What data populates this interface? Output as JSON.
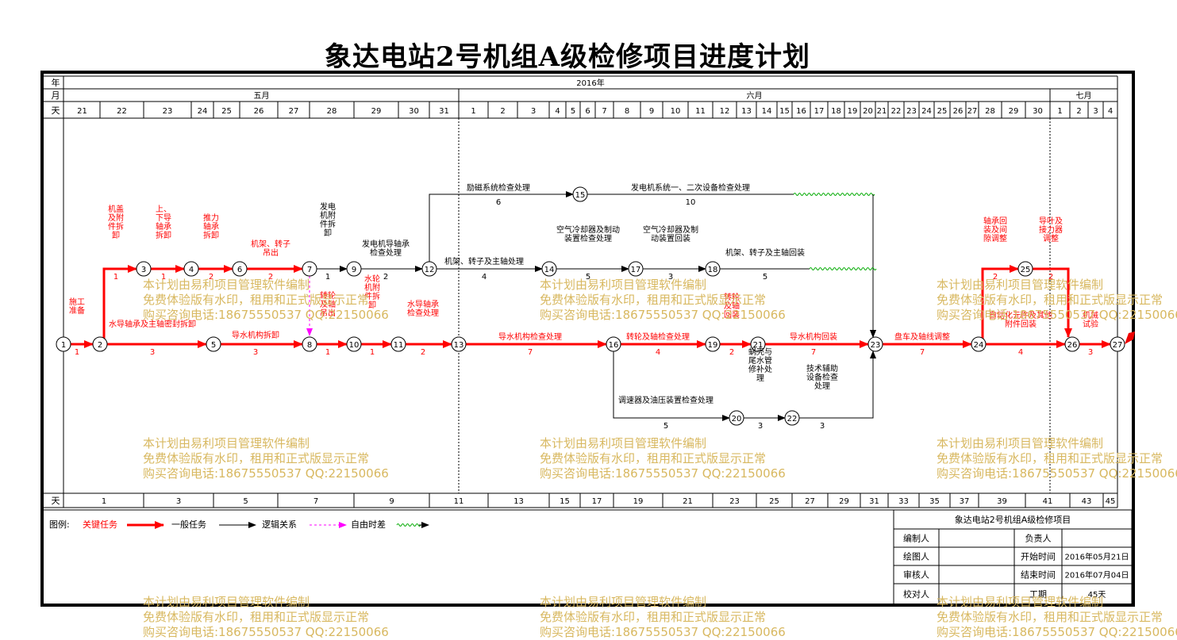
{
  "title": "象达电站2号机组A级检修项目进度计划",
  "header": {
    "row_labels": {
      "year": "年",
      "month": "月",
      "day": "天"
    },
    "year": "2016年",
    "months": [
      "五月",
      "六月",
      "七月"
    ],
    "dates": [
      "21",
      "22",
      "23",
      "24",
      "25",
      "26",
      "27",
      "28",
      "29",
      "30",
      "31",
      "1",
      "2",
      "3",
      "4",
      "5",
      "6",
      "7",
      "8",
      "9",
      "10",
      "11",
      "12",
      "13",
      "14",
      "15",
      "16",
      "17",
      "18",
      "19",
      "20",
      "21",
      "22",
      "23",
      "24",
      "25",
      "26",
      "27",
      "28",
      "29",
      "30",
      "1",
      "2",
      "3",
      "4"
    ]
  },
  "footer_row": {
    "label": "天",
    "days": [
      "1",
      "3",
      "5",
      "7",
      "9",
      "11",
      "13",
      "15",
      "17",
      "19",
      "21",
      "23",
      "25",
      "27",
      "29",
      "31",
      "33",
      "35",
      "37",
      "39",
      "41",
      "43",
      "45"
    ]
  },
  "nodes": [
    "1",
    "2",
    "3",
    "4",
    "5",
    "6",
    "7",
    "8",
    "9",
    "10",
    "11",
    "12",
    "13",
    "14",
    "15",
    "16",
    "17",
    "18",
    "19",
    "20",
    "21",
    "22",
    "23",
    "24",
    "25",
    "26",
    "27"
  ],
  "tasks": [
    {
      "from": "1",
      "to": "2",
      "name": "施工准备",
      "duration": "1",
      "type": "critical"
    },
    {
      "from": "2",
      "to": "3",
      "name": "机盖及附件拆卸",
      "duration": "1",
      "type": "critical"
    },
    {
      "from": "3",
      "to": "4",
      "name": "上、下导轴承拆卸",
      "duration": "1",
      "type": "critical"
    },
    {
      "from": "4",
      "to": "6",
      "name": "推力轴承拆卸",
      "duration": "2",
      "type": "critical"
    },
    {
      "from": "6",
      "to": "7",
      "name": "机架、转子吊出",
      "duration": "2",
      "type": "critical"
    },
    {
      "from": "7",
      "to": "9",
      "name": "发电机附件拆卸",
      "duration": "1",
      "type": "normal"
    },
    {
      "from": "9",
      "to": "12",
      "name": "发电机导轴承检查处理",
      "duration": "2",
      "type": "normal"
    },
    {
      "from": "2",
      "to": "5",
      "name": "水导轴承及主轴密封拆卸",
      "duration": "3",
      "type": "critical"
    },
    {
      "from": "5",
      "to": "8",
      "name": "导水机构拆卸",
      "duration": "3",
      "type": "critical"
    },
    {
      "from": "8",
      "to": "10",
      "name": "转轮及轴吊出",
      "duration": "1",
      "type": "critical"
    },
    {
      "from": "10",
      "to": "11",
      "name": "水轮机附件拆卸",
      "duration": "1",
      "type": "critical"
    },
    {
      "from": "11",
      "to": "13",
      "name": "水导轴承检查处理",
      "duration": "2",
      "type": "critical"
    },
    {
      "from": "12",
      "to": "15",
      "name": "励磁系统检查处理",
      "duration": "6",
      "type": "normal"
    },
    {
      "from": "15",
      "to": "23",
      "name": "发电机系统一、二次设备检查处理",
      "duration": "10",
      "type": "normal"
    },
    {
      "from": "12",
      "to": "14",
      "name": "机架、转子及主轴处理",
      "duration": "4",
      "type": "normal"
    },
    {
      "from": "14",
      "to": "17",
      "name": "空气冷却器及制动装置检查处理",
      "duration": "5",
      "type": "normal"
    },
    {
      "from": "17",
      "to": "18",
      "name": "空气冷却器及制动装置回装",
      "duration": "3",
      "type": "normal"
    },
    {
      "from": "18",
      "to": "23",
      "name": "机架、转子及主轴回装",
      "duration": "5",
      "type": "normal"
    },
    {
      "from": "13",
      "to": "16",
      "name": "导水机构检查处理",
      "duration": "7",
      "type": "critical"
    },
    {
      "from": "16",
      "to": "19",
      "name": "转轮及轴检查处理",
      "duration": "4",
      "type": "critical"
    },
    {
      "from": "19",
      "to": "21",
      "name": "转轮及轴回装",
      "duration": "2",
      "type": "critical"
    },
    {
      "from": "21",
      "to": "23",
      "name": "导水机构回装",
      "duration": "7",
      "type": "critical"
    },
    {
      "from": "16",
      "to": "20",
      "name": "调速器及油压装置检查处理",
      "duration": "5",
      "type": "normal"
    },
    {
      "from": "20",
      "to": "22",
      "name": "蜗壳与尾水管修补处理",
      "duration": "3",
      "type": "normal"
    },
    {
      "from": "22",
      "to": "23",
      "name": "技术辅助设备检查处理",
      "duration": "3",
      "type": "normal"
    },
    {
      "from": "23",
      "to": "24",
      "name": "盘车及轴线调整",
      "duration": "7",
      "type": "critical"
    },
    {
      "from": "24",
      "to": "25",
      "name": "轴承回装及间隙调整",
      "duration": "2",
      "type": "critical"
    },
    {
      "from": "25",
      "to": "26",
      "name": "导叶及接力器调整",
      "duration": "2",
      "type": "critical"
    },
    {
      "from": "24",
      "to": "26",
      "name": "自动化元件及其他附件回装",
      "duration": "4",
      "type": "critical"
    },
    {
      "from": "26",
      "to": "27",
      "name": "机械试验",
      "duration": "3",
      "type": "critical"
    }
  ],
  "legend": {
    "prefix": "图例:",
    "items": [
      {
        "label": "关键任务",
        "color": "#ff0000"
      },
      {
        "label": "一般任务",
        "color": "#000000"
      },
      {
        "label": "逻辑关系",
        "color": "#ff00ff"
      },
      {
        "label": "自由时差",
        "color": "#00aa00"
      }
    ]
  },
  "info_table": {
    "title": "象达电站2号机组A级检修项目",
    "rows": [
      {
        "label": "编制人",
        "value": "",
        "label2": "负责人",
        "value2": ""
      },
      {
        "label": "绘图人",
        "value": "",
        "label2": "开始时间",
        "value2": "2016年05月21日"
      },
      {
        "label": "审核人",
        "value": "",
        "label2": "结束时间",
        "value2": "2016年07月04日"
      },
      {
        "label": "校对人",
        "value": "",
        "label2": "工期",
        "value2": "45天"
      }
    ]
  },
  "watermark": {
    "line1": "本计划由易利项目管理软件编制",
    "line2": "免费体验版有水印，租用和正式版显示正常",
    "line3": "购买咨询电话:18675550537 QQ:22150066"
  },
  "colors": {
    "critical": "#ff0000",
    "normal": "#000000",
    "logic": "#ff00ff",
    "float": "#00aa00",
    "watermark": "#d8b860"
  }
}
